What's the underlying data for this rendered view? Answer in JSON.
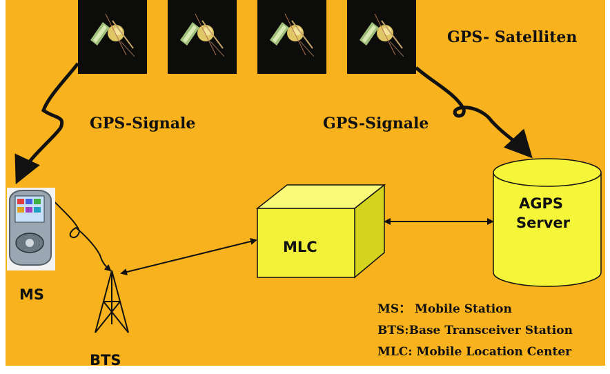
{
  "colors": {
    "background": "#f7b21d",
    "box_front": "#f1f13a",
    "box_top": "#fafa7a",
    "box_side": "#d4d41e",
    "satellite_tile": "#0c0c0a",
    "line": "#111111"
  },
  "labels": {
    "satellites_title": "GPS- Satelliten",
    "gps_signal_left": "GPS-Signale",
    "gps_signal_right": "GPS-Signale",
    "ms": "MS",
    "bts": "BTS",
    "mlc": "MLC",
    "agps_line1": "AGPS",
    "agps_line2": "Server"
  },
  "legend": [
    "MS： Mobile Station",
    "BTS:Base Transceiver Station",
    "MLC: Mobile Location Center"
  ],
  "icons": {
    "satellite": "satellite-icon",
    "phone": "mobile-phone-icon",
    "tower": "bts-tower-icon",
    "server": "cylinder-server-icon"
  }
}
